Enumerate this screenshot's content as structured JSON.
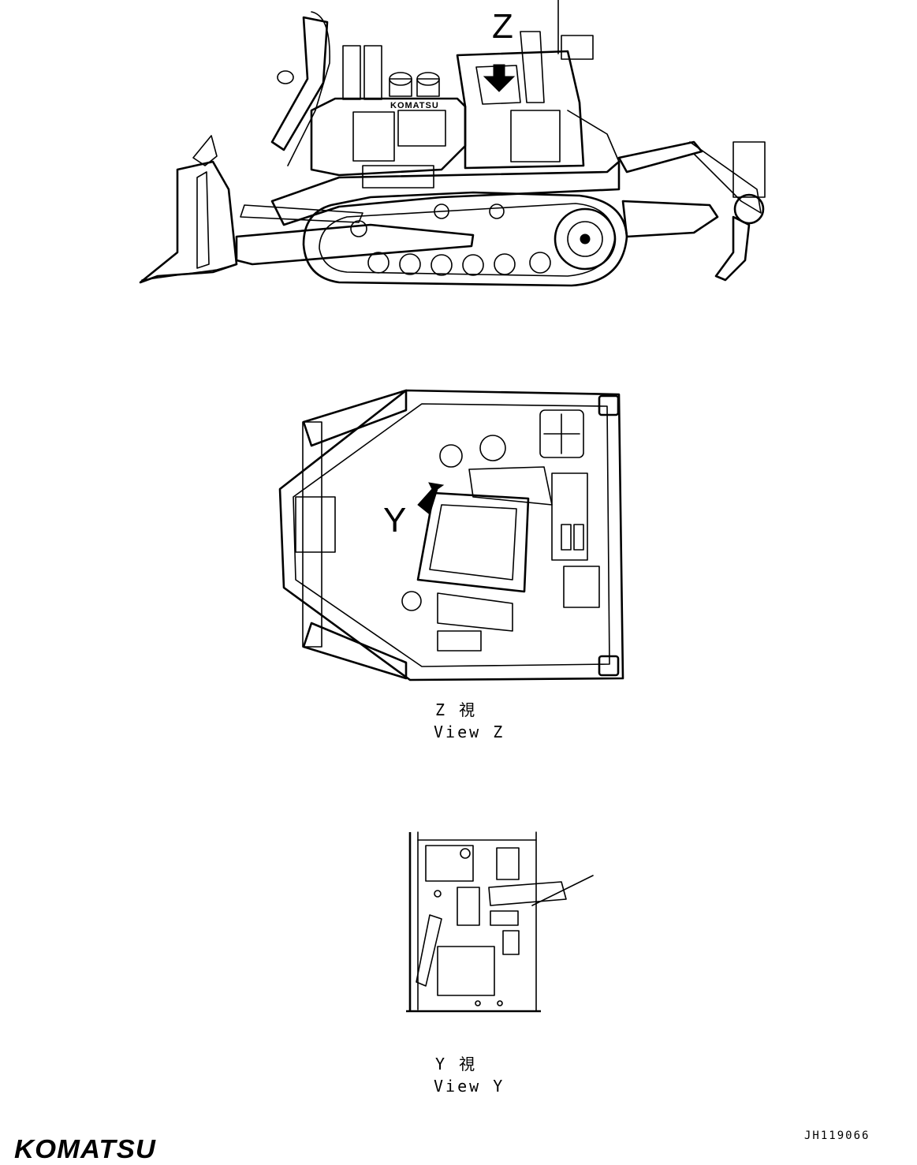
{
  "callouts": {
    "z_marker": "Z",
    "y_marker": "Y"
  },
  "views": {
    "z": {
      "label_jp": "Z 視",
      "label_en": "View Z"
    },
    "y": {
      "label_jp": "Y 視",
      "label_en": "View Y"
    }
  },
  "footer": {
    "logo": "KOMATSU",
    "doc_id": "JH119066"
  },
  "machine": {
    "hood_lettering": "KOMATSU"
  }
}
